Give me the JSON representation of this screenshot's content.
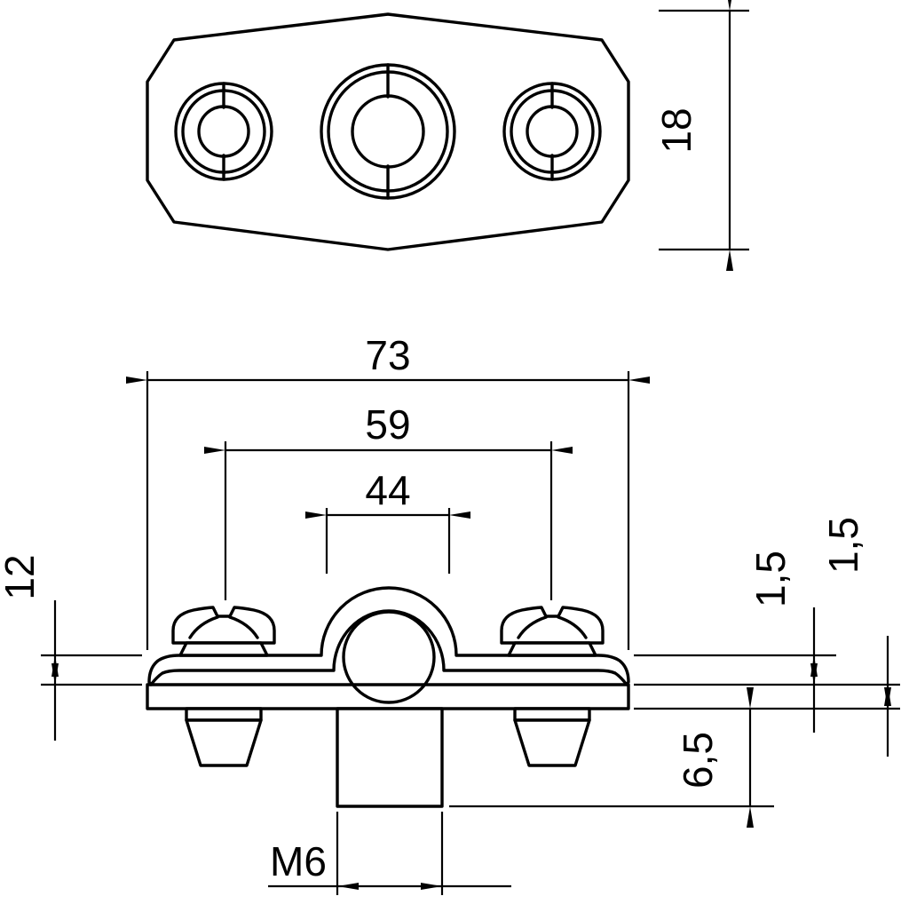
{
  "drawing": {
    "background_color": "#ffffff",
    "line_color": "#000000",
    "top_view": {
      "width_dim": "18"
    },
    "front_view": {
      "overall_width_dim": "73",
      "hole_spacing_dim": "59",
      "saddle_width_dim": "44",
      "end_height_dim": "12",
      "strap_thickness_dim": "1,5",
      "plate_thickness_dim": "1,5",
      "stud_length_dim": "6,5",
      "thread_dim": "M6"
    }
  }
}
